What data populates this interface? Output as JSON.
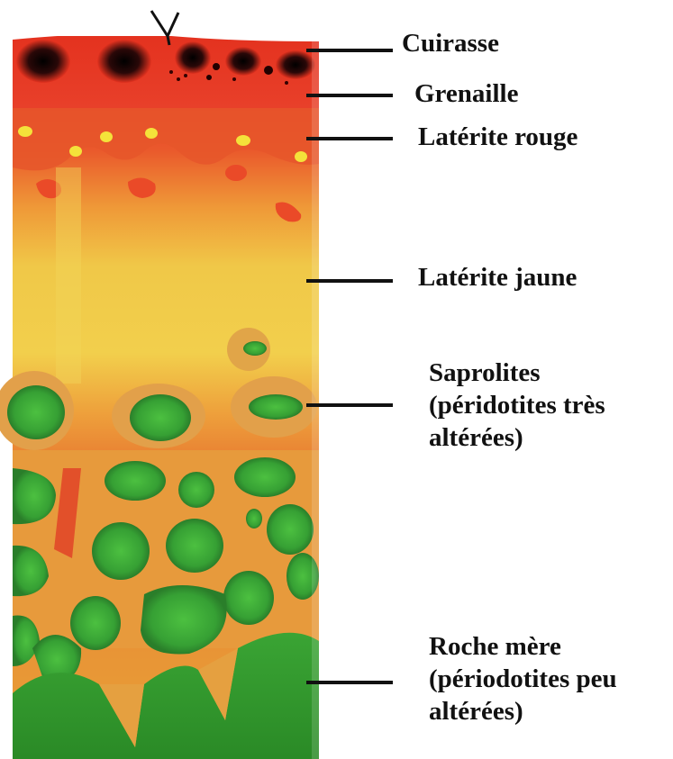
{
  "colors": {
    "crust_red": "#e4321f",
    "red_laterite": "#e65a2a",
    "yellow_laterite": "#f0c848",
    "orange_matrix": "#e89a3a",
    "saprolite_green": "#3ea83a",
    "bedrock_green": "#2e8f2a",
    "leader_line": "#111111"
  },
  "labels": [
    {
      "id": "cuirasse",
      "text": "Cuirasse"
    },
    {
      "id": "grenaille",
      "text": "Grenaille"
    },
    {
      "id": "laterite-rouge",
      "text": "Latérite rouge"
    },
    {
      "id": "laterite-jaune",
      "text": "Latérite jaune"
    },
    {
      "id": "saprolites",
      "text": "Saprolites\n(péridotites très\naltérées)"
    },
    {
      "id": "roche-mere",
      "text": "Roche mère\n(périodotites peu\naltérées)"
    }
  ]
}
